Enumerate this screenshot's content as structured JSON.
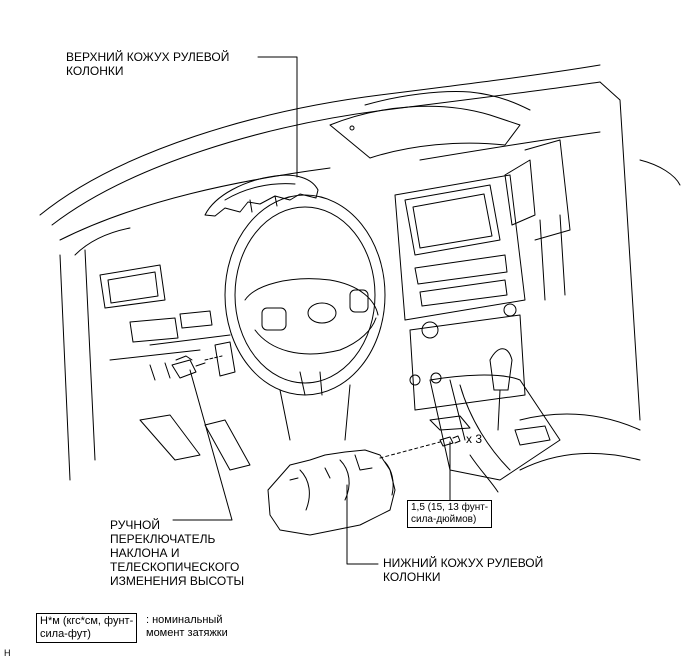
{
  "labels": {
    "upper_cover": "ВЕРХНИЙ КОЖУХ РУЛЕВОЙ\nКОЛОНКИ",
    "lower_cover": "НИЖНИЙ КОЖУХ РУЛЕВОЙ\nКОЛОНКИ",
    "tilt_switch": "РУЧНОЙ\nПЕРЕКЛЮЧАТЕЛЬ\nНАКЛОНА И\nТЕЛЕСКОПИЧЕСКОГО\nИЗМЕНЕНИЯ ВЫСОТЫ",
    "screw_count": "x 3"
  },
  "torque": {
    "value": "1,5 (15, 13 фунт-\nсила-дюймов)"
  },
  "legend": {
    "unit_box": "Н*м (кгс*см, фунт-\nсила-фут)",
    "description": ": номинальный\nмомент затяжки"
  },
  "corner_mark": "H"
}
